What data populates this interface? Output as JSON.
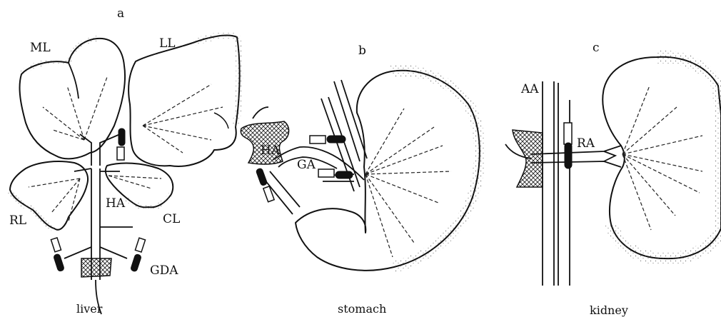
{
  "panels": [
    {
      "letter": "a",
      "caption": "liver",
      "labels": {
        "ml": "ML",
        "ll": "LL",
        "rl": "RL",
        "cl": "CL",
        "ha": "HA",
        "gda": "GDA"
      }
    },
    {
      "letter": "b",
      "caption": "stomach",
      "labels": {
        "ha": "HA",
        "ga": "GA"
      }
    },
    {
      "letter": "c",
      "caption": "kidney",
      "labels": {
        "aa": "AA",
        "ra": "RA"
      }
    }
  ],
  "colors": {
    "ink": "#111111",
    "fill": "#ffffff",
    "stipple": "#555555"
  }
}
